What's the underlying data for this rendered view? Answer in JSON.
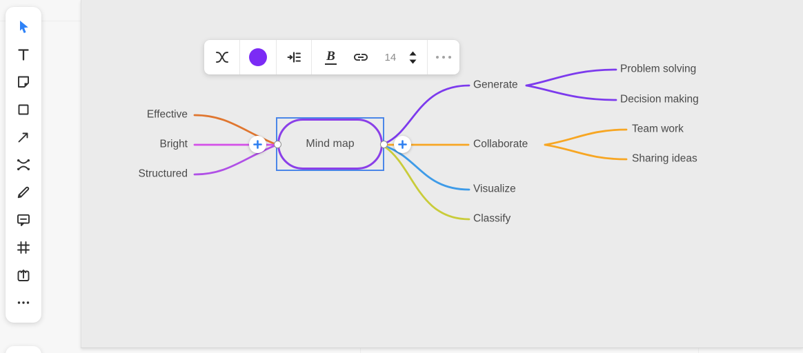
{
  "canvas": {
    "background": "#EBEBEB",
    "outer_background": "#F7F7F7"
  },
  "sidebar": {
    "icons": [
      {
        "name": "select-cursor-icon",
        "active": true
      },
      {
        "name": "text-icon"
      },
      {
        "name": "sticky-note-icon"
      },
      {
        "name": "shape-icon"
      },
      {
        "name": "arrow-icon"
      },
      {
        "name": "mind-map-icon"
      },
      {
        "name": "pen-icon"
      },
      {
        "name": "comment-icon"
      },
      {
        "name": "frame-icon"
      },
      {
        "name": "upload-icon"
      },
      {
        "name": "more-icon"
      }
    ]
  },
  "toolbar": {
    "node_color": "#7B2BF5",
    "bold_label": "B",
    "font_size_value": "14"
  },
  "selection": {
    "color": "#4A86E8",
    "plus_color": "#2D7FF0"
  },
  "mindmap": {
    "center": {
      "label": "Mind map",
      "border_color": "#8A3FE8"
    },
    "left_branches": [
      {
        "label": "Effective",
        "color": "#E0762F"
      },
      {
        "label": "Bright",
        "color": "#D450E8"
      },
      {
        "label": "Structured",
        "color": "#B050E6"
      }
    ],
    "right_branches": [
      {
        "label": "Generate",
        "color": "#7C3AED",
        "children": [
          {
            "label": "Problem solving"
          },
          {
            "label": "Decision making"
          }
        ]
      },
      {
        "label": "Collaborate",
        "color": "#F7A623",
        "children": [
          {
            "label": "Team work"
          },
          {
            "label": "Sharing ideas"
          }
        ]
      },
      {
        "label": "Visualize",
        "color": "#3E9BE8",
        "children": []
      },
      {
        "label": "Classify",
        "color": "#C9CC3A",
        "children": []
      }
    ]
  }
}
